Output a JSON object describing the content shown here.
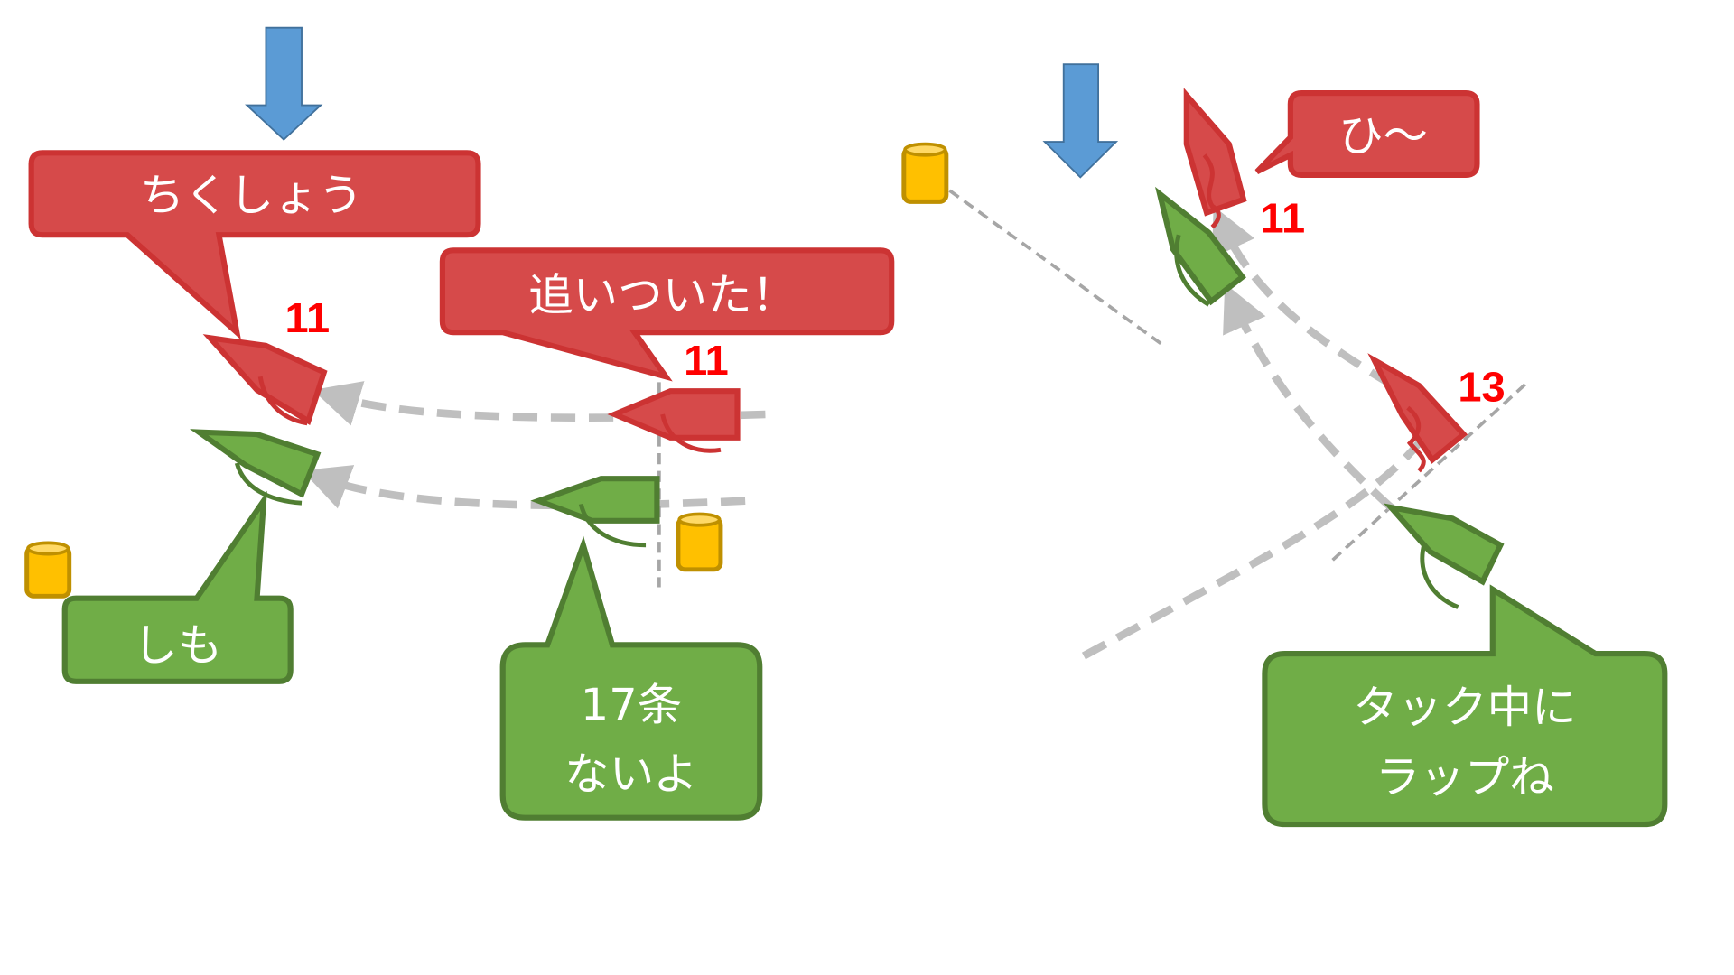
{
  "colors": {
    "red_fill": "#d64a4a",
    "red_stroke": "#cc3333",
    "green_fill": "#70ad47",
    "green_stroke": "#507e32",
    "wind": "#5b9bd5",
    "mark": "#ffc000",
    "path": "#bfbfbf",
    "line": "#a6a6a6",
    "number": "#ff0000"
  },
  "left_scene": {
    "wind_icon": "wind-arrow-down",
    "bubble_chikushou": "ちくしょう",
    "bubble_oitsuita": "追いついた！",
    "bubble_shimo": "しも",
    "bubble_17jou_line1": "17条",
    "bubble_17jou_line2": "ないよ",
    "red_boat_ahead_number": "11",
    "red_boat_behind_number": "11"
  },
  "right_scene": {
    "wind_icon": "wind-arrow-down",
    "bubble_hii": "ひ〜",
    "bubble_tack_line1": "タック中に",
    "bubble_tack_line2": "ラップね",
    "red_boat_top_number": "11",
    "red_boat_tacking_number": "13"
  }
}
